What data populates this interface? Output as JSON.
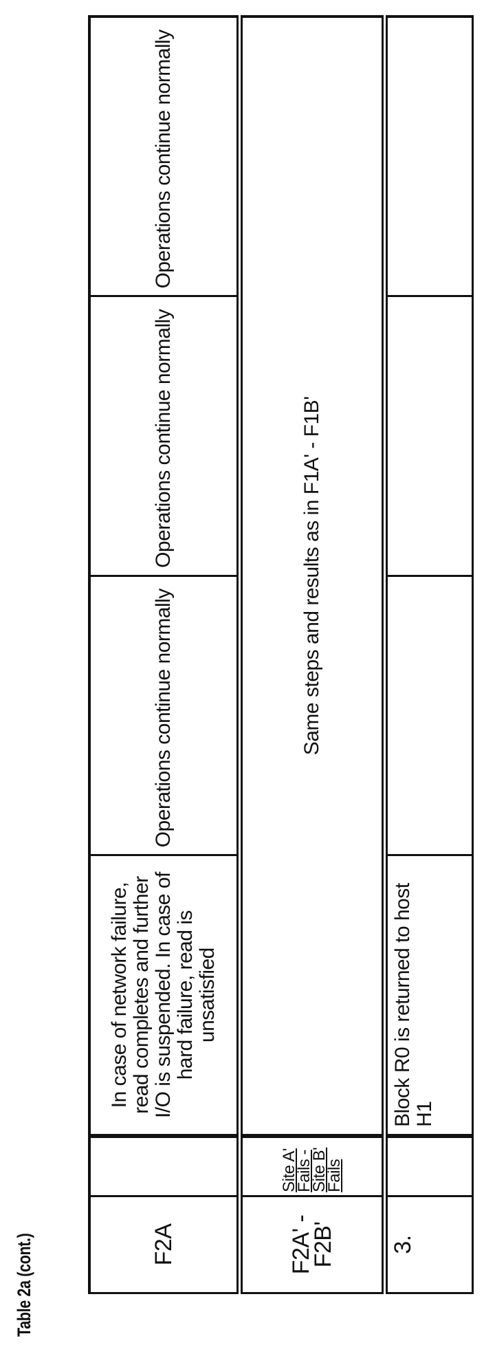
{
  "title": "Table 2a (cont.)",
  "rows": [
    {
      "id": "F2A",
      "label": "",
      "col1": "In case of network failure, read completes and further I/O is suspended.  In case of hard failure, read is unsatisfied",
      "col2": "Operations continue normally",
      "col3": "Operations continue normally",
      "col4": "Operations continue normally"
    },
    {
      "id": "F2A' - F2B'",
      "label": "Site A' Fails - Site B' Fails",
      "merged": "Same steps and results as in F1A' - F1B'"
    },
    {
      "id": "3.",
      "label": "",
      "col1": "Block R0 is returned to host H1",
      "col2": "",
      "col3": "",
      "col4": ""
    }
  ]
}
